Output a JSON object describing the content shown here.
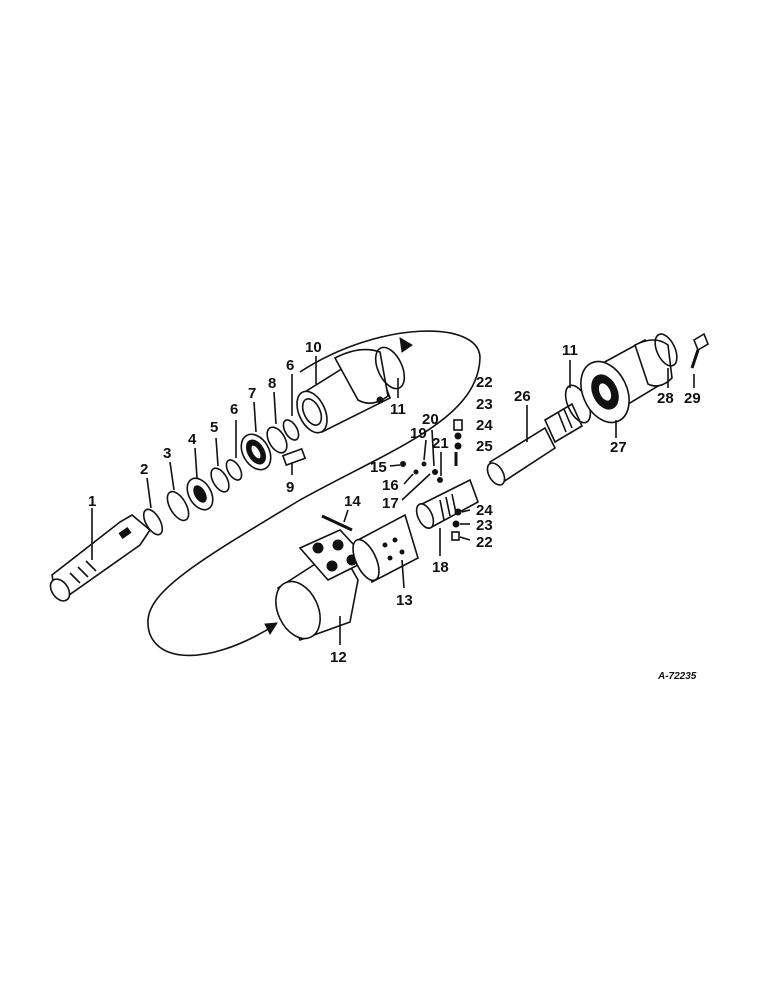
{
  "diagram": {
    "reference_code": "A-72235",
    "callouts": [
      {
        "id": "c1",
        "text": "1"
      },
      {
        "id": "c2",
        "text": "2"
      },
      {
        "id": "c3",
        "text": "3"
      },
      {
        "id": "c4",
        "text": "4"
      },
      {
        "id": "c5",
        "text": "5"
      },
      {
        "id": "c6a",
        "text": "6"
      },
      {
        "id": "c7",
        "text": "7"
      },
      {
        "id": "c8",
        "text": "8"
      },
      {
        "id": "c6b",
        "text": "6"
      },
      {
        "id": "c9",
        "text": "9"
      },
      {
        "id": "c10",
        "text": "10"
      },
      {
        "id": "c11a",
        "text": "11"
      },
      {
        "id": "c11b",
        "text": "11"
      },
      {
        "id": "c12",
        "text": "12"
      },
      {
        "id": "c13",
        "text": "13"
      },
      {
        "id": "c14",
        "text": "14"
      },
      {
        "id": "c15",
        "text": "15"
      },
      {
        "id": "c16",
        "text": "16"
      },
      {
        "id": "c17",
        "text": "17"
      },
      {
        "id": "c18",
        "text": "18"
      },
      {
        "id": "c19",
        "text": "19"
      },
      {
        "id": "c20",
        "text": "20"
      },
      {
        "id": "c21",
        "text": "21"
      },
      {
        "id": "c22a",
        "text": "22"
      },
      {
        "id": "c23a",
        "text": "23"
      },
      {
        "id": "c24a",
        "text": "24"
      },
      {
        "id": "c25",
        "text": "25"
      },
      {
        "id": "c26",
        "text": "26"
      },
      {
        "id": "c24b",
        "text": "24"
      },
      {
        "id": "c23b",
        "text": "23"
      },
      {
        "id": "c22b",
        "text": "22"
      },
      {
        "id": "c27",
        "text": "27"
      },
      {
        "id": "c28",
        "text": "28"
      },
      {
        "id": "c29",
        "text": "29"
      }
    ]
  }
}
